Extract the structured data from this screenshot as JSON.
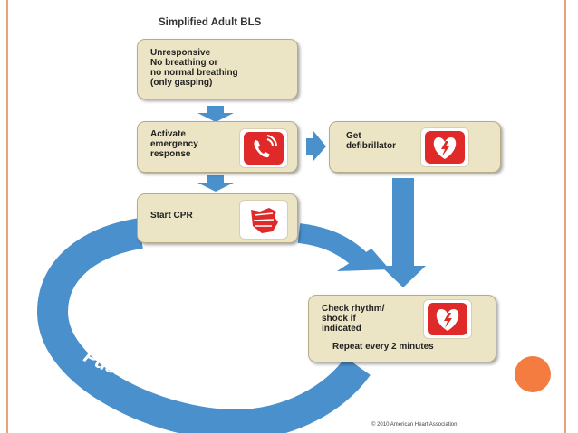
{
  "title": "Simplified Adult BLS",
  "steps": {
    "unresponsive": "Unresponsive\nNo breathing or\nno normal breathing\n(only gasping)",
    "activate": "Activate\nemergency\nresponse",
    "defibrillator": "Get\ndefibrillator",
    "start_cpr": "Start CPR",
    "check_rhythm": "Check rhythm/\nshock if\nindicated",
    "repeat": "Repeat every 2 minutes"
  },
  "loop_label": "Push Hard • Push Fast",
  "copyright": "© 2010 American Heart Association",
  "icons": [
    "phone-icon",
    "heart-defibrillator-icon",
    "hands-cpr-icon",
    "heart-defibrillator-icon"
  ],
  "colors": {
    "arrow": "#4a90cc",
    "icon_red": "#e02a2a",
    "box": "#ebe4c5",
    "accent": "#f47c40"
  }
}
